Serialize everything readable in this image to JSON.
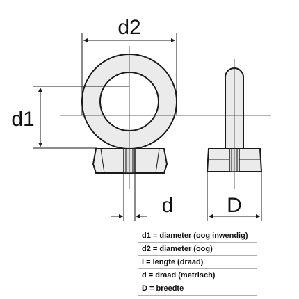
{
  "labels": {
    "d2": "d2",
    "d1": "d1",
    "d": "d",
    "D": "D"
  },
  "legend": [
    "d1 = diameter (oog inwendig)",
    "d2 = diameter (oog)",
    "l = lengte (draad)",
    "d = draad (metrisch)",
    "D = breedte"
  ],
  "colors": {
    "body_fill": "#ebebeb",
    "outline": "#1a1a1a",
    "centerline": "#333333",
    "background": "#ffffff"
  }
}
